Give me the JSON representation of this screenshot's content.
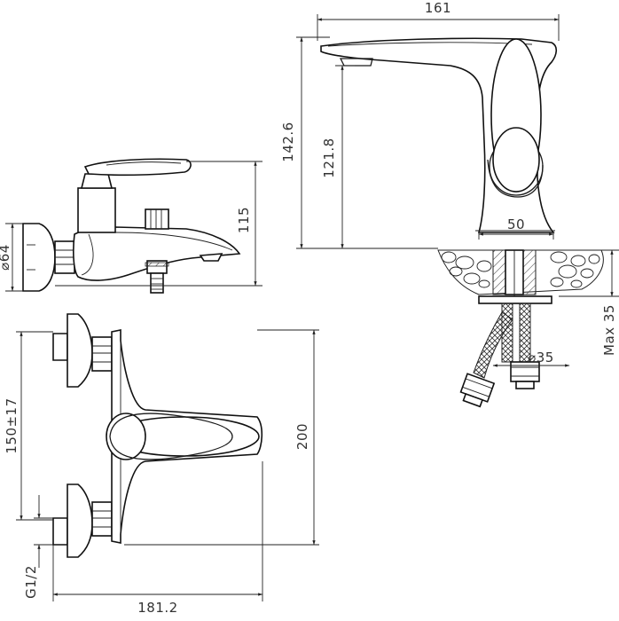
{
  "dimensions": {
    "basin_width": "161",
    "basin_height_total": "142.6",
    "basin_spout_height": "121.8",
    "basin_base_diameter": "50",
    "hole_diameter": "⌀35",
    "deck_thickness": "Max 35",
    "bath_height": "115",
    "flange_diameter": "⌀64",
    "bath_centers": "150±17",
    "bath_depth": "200",
    "bath_length": "181.2",
    "thread": "G1/2"
  },
  "colors": {
    "line": "#1a1a1a",
    "background": "#ffffff",
    "text": "#333333"
  }
}
